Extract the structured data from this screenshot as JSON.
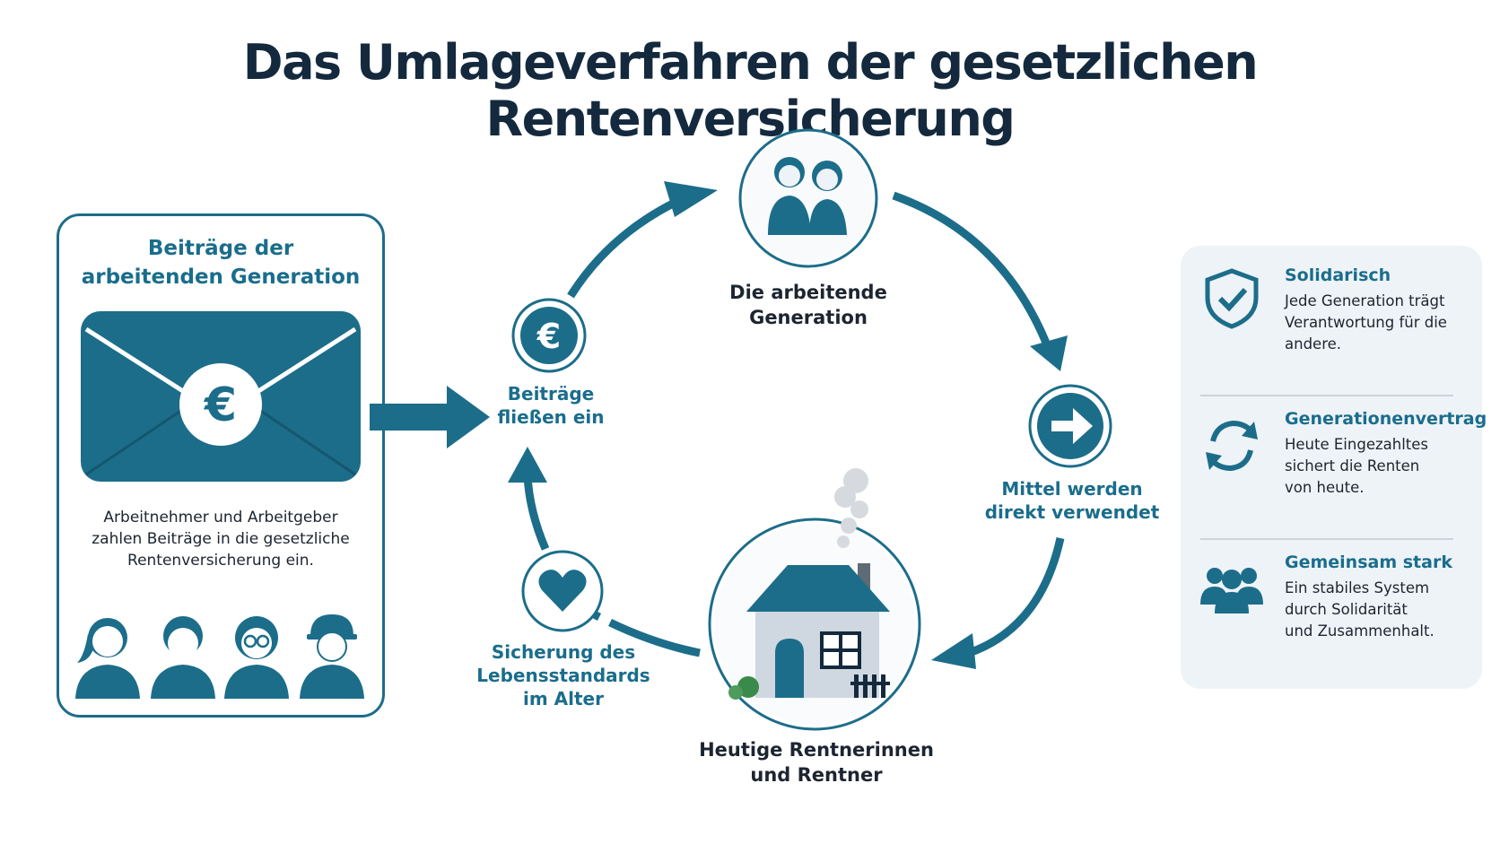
{
  "title": "Das Umlageverfahren der gesetzlichen Rentenversicherung",
  "left_card": {
    "title_line1": "Beiträge der",
    "title_line2": "arbeitenden Generation",
    "text_line1": "Arbeitnehmer und Arbeitgeber",
    "text_line2": "zahlen Beiträge in die gesetzliche",
    "text_line3": "Rentenversicherung ein.",
    "envelope_symbol": "€"
  },
  "cycle": {
    "nodes": {
      "working_generation": {
        "line1": "Die arbeitende",
        "line2": "Generation"
      },
      "pensioners": {
        "line1": "Heutige Rentnerinnen",
        "line2": "und Rentner"
      }
    },
    "steps": {
      "contributions": {
        "symbol": "€",
        "line1": "Beiträge",
        "line2": "fließen ein"
      },
      "funds": {
        "line1": "Mittel werden",
        "line2": "direkt verwendet"
      },
      "security": {
        "line1": "Sicherung des",
        "line2": "Lebensstandards",
        "line3": "im Alter"
      }
    }
  },
  "features": [
    {
      "icon": "shield-check-icon",
      "title": "Solidarisch",
      "line1": "Jede Generation trägt",
      "line2": "Verantwortung für die",
      "line3": "andere."
    },
    {
      "icon": "refresh-cycle-icon",
      "title": "Generationenvertrag",
      "line1": "Heute Eingezahltes",
      "line2": "sichert die Renten",
      "line3": "von heute."
    },
    {
      "icon": "group-icon",
      "title": "Gemeinsam stark",
      "line1": "Ein stabiles System",
      "line2": "durch Solidarität",
      "line3": "und Zusammenhalt."
    }
  ],
  "colors": {
    "primary": "#1c6d8a",
    "dark": "#14293d",
    "panel": "#eef3f7"
  }
}
